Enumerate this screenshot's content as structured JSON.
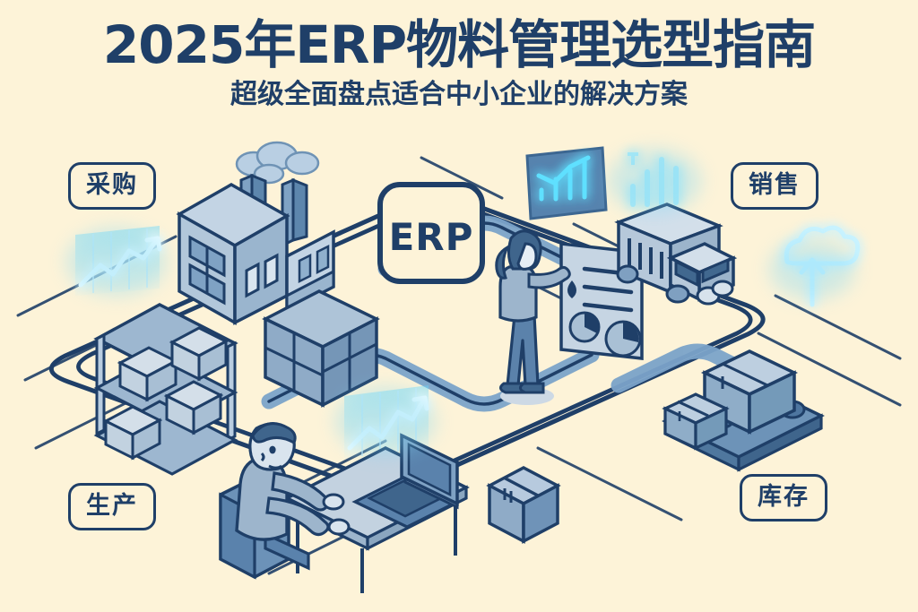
{
  "poster": {
    "background_color": "#fdf3d8",
    "ink_color": "#1f3f68",
    "accent_blue": "#6f9bc4",
    "glow_cyan": "#35c8f7",
    "title": "2025年ERP物料管理选型指南",
    "subtitle": "超级全面盘点适合中小企业的解决方案"
  },
  "chips": [
    {
      "id": "procurement",
      "label": "采购",
      "position": "top-left"
    },
    {
      "id": "sales",
      "label": "销售",
      "position": "top-right"
    },
    {
      "id": "production",
      "label": "生产",
      "position": "bottom-left"
    },
    {
      "id": "inventory",
      "label": "库存",
      "position": "bottom-right"
    }
  ],
  "hub": {
    "label": "ERP",
    "shape": "rounded-square-node"
  },
  "scene": {
    "description": "等距线条插画：工厂、仓储货架、集装箱、传送带、货车、数据看板、笔记本办公人物，由流程管线连接到中央ERP节点",
    "nodes": [
      {
        "id": "factory",
        "icon": "factory-icon",
        "caption": "工厂"
      },
      {
        "id": "warehouse-rack",
        "icon": "warehouse-rack-icon",
        "caption": "仓储货架"
      },
      {
        "id": "container",
        "icon": "shipping-container-icon",
        "caption": "集装箱"
      },
      {
        "id": "truck",
        "icon": "delivery-truck-icon",
        "caption": "配送货车"
      },
      {
        "id": "conveyor",
        "icon": "conveyor-belt-icon",
        "caption": "传送带"
      },
      {
        "id": "parcel",
        "icon": "cardboard-box-icon",
        "caption": "货箱"
      },
      {
        "id": "analyst",
        "icon": "person-report-icon",
        "caption": "报表分析人员"
      },
      {
        "id": "operator",
        "icon": "person-laptop-icon",
        "caption": "电脑办公人员"
      },
      {
        "id": "dashboard",
        "icon": "dashboard-screen-icon",
        "caption": "数据看板"
      },
      {
        "id": "cloud-upload",
        "icon": "cloud-upload-icon",
        "caption": "云端上传"
      },
      {
        "id": "trend-left",
        "icon": "trend-up-chart-icon",
        "caption": "增长趋势图"
      },
      {
        "id": "trend-center",
        "icon": "trend-up-chart-icon",
        "caption": "增长趋势图"
      },
      {
        "id": "bar-hologram",
        "icon": "bar-chart-icon",
        "caption": "柱状图全息"
      }
    ]
  }
}
